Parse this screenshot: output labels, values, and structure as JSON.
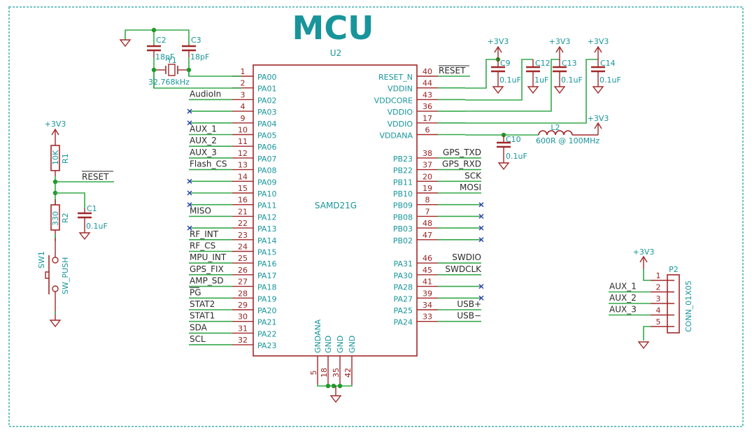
{
  "sheet": {
    "title": "MCU",
    "colors": {
      "wire": "#34a84a",
      "component": "#a02828",
      "label_teal": "#18959a",
      "net_label": "#2a2a2a",
      "junction": "#1f9a2a",
      "no_connect": "#2a3fb0",
      "border": "#6fc3c3"
    }
  },
  "mcu": {
    "ref": "U2",
    "value": "SAMD21G",
    "left_pins": [
      {
        "num": "1",
        "name": "PA00",
        "net": "",
        "nc": false
      },
      {
        "num": "2",
        "name": "PA01",
        "net": "",
        "nc": false
      },
      {
        "num": "3",
        "name": "PA02",
        "net": "AudioIn",
        "nc": false
      },
      {
        "num": "4",
        "name": "PA03",
        "net": "",
        "nc": true
      },
      {
        "num": "9",
        "name": "PA04",
        "net": "",
        "nc": true
      },
      {
        "num": "10",
        "name": "PA05",
        "net": "AUX_1",
        "nc": false
      },
      {
        "num": "11",
        "name": "PA06",
        "net": "AUX_2",
        "nc": false
      },
      {
        "num": "12",
        "name": "PA07",
        "net": "AUX_3",
        "nc": false
      },
      {
        "num": "13",
        "name": "PA08",
        "net": "Flash_CS",
        "nc": false
      },
      {
        "num": "14",
        "name": "PA09",
        "net": "",
        "nc": true
      },
      {
        "num": "15",
        "name": "PA10",
        "net": "",
        "nc": true
      },
      {
        "num": "16",
        "name": "PA11",
        "net": "",
        "nc": true
      },
      {
        "num": "21",
        "name": "PA12",
        "net": "MISO",
        "nc": false
      },
      {
        "num": "22",
        "name": "PA13",
        "net": "",
        "nc": true
      },
      {
        "num": "23",
        "name": "PA14",
        "net": "RF_INT",
        "nc": false
      },
      {
        "num": "24",
        "name": "PA15",
        "net": "RF_CS",
        "nc": false
      },
      {
        "num": "25",
        "name": "PA16",
        "net": "MPU_INT",
        "nc": false
      },
      {
        "num": "26",
        "name": "PA17",
        "net": "GPS_FIX",
        "nc": false
      },
      {
        "num": "27",
        "name": "PA18",
        "net": "AMP_SD",
        "nc": false
      },
      {
        "num": "28",
        "name": "PA19",
        "net": "PG",
        "nc": false,
        "overbar": true
      },
      {
        "num": "29",
        "name": "PA20",
        "net": "STAT2",
        "nc": false
      },
      {
        "num": "30",
        "name": "PA21",
        "net": "STAT1",
        "nc": false
      },
      {
        "num": "31",
        "name": "PA22",
        "net": "SDA",
        "nc": false
      },
      {
        "num": "32",
        "name": "PA23",
        "net": "SCL",
        "nc": false
      }
    ],
    "right_pins": [
      {
        "num": "40",
        "name": "RESET_N",
        "net": "RESET",
        "nc": false,
        "overbar": true,
        "row": 0
      },
      {
        "num": "44",
        "name": "VDDIN",
        "net": "",
        "nc": false,
        "row": 1
      },
      {
        "num": "43",
        "name": "VDDCORE",
        "net": "",
        "nc": false,
        "row": 2
      },
      {
        "num": "36",
        "name": "VDDIO",
        "net": "",
        "nc": false,
        "row": 3
      },
      {
        "num": "17",
        "name": "VDDIO",
        "net": "",
        "nc": false,
        "row": 4
      },
      {
        "num": "6",
        "name": "VDDANA",
        "net": "",
        "nc": false,
        "row": 5
      },
      {
        "num": "38",
        "name": "PB23",
        "net": "GPS_TXD",
        "nc": false,
        "row": 7
      },
      {
        "num": "37",
        "name": "PB22",
        "net": "GPS_RXD",
        "nc": false,
        "row": 8
      },
      {
        "num": "20",
        "name": "PB11",
        "net": "SCK",
        "nc": false,
        "row": 9
      },
      {
        "num": "19",
        "name": "PB10",
        "net": "MOSI",
        "nc": false,
        "row": 10
      },
      {
        "num": "8",
        "name": "PB09",
        "net": "",
        "nc": true,
        "row": 11
      },
      {
        "num": "7",
        "name": "PB08",
        "net": "",
        "nc": true,
        "row": 12
      },
      {
        "num": "48",
        "name": "PB03",
        "net": "",
        "nc": true,
        "row": 13
      },
      {
        "num": "47",
        "name": "PB02",
        "net": "",
        "nc": true,
        "row": 14
      },
      {
        "num": "46",
        "name": "PA31",
        "net": "SWDIO",
        "nc": false,
        "row": 16
      },
      {
        "num": "45",
        "name": "PA30",
        "net": "SWDCLK",
        "nc": false,
        "row": 17
      },
      {
        "num": "41",
        "name": "PA28",
        "net": "",
        "nc": true,
        "row": 18
      },
      {
        "num": "39",
        "name": "PA27",
        "net": "",
        "nc": true,
        "row": 19
      },
      {
        "num": "34",
        "name": "PA25",
        "net": "USB+",
        "nc": false,
        "row": 20
      },
      {
        "num": "33",
        "name": "PA24",
        "net": "USB−",
        "nc": false,
        "row": 21
      }
    ],
    "bottom_pins": [
      {
        "num": "5",
        "name": "GNDANA"
      },
      {
        "num": "18",
        "name": "GND"
      },
      {
        "num": "35",
        "name": "GND"
      },
      {
        "num": "42",
        "name": "GND"
      }
    ]
  },
  "components": {
    "C2": {
      "ref": "C2",
      "value": "18pF"
    },
    "C3": {
      "ref": "C3",
      "value": "18pF"
    },
    "Y1": {
      "ref": "Y1",
      "value": "32.768kHz"
    },
    "C9": {
      "ref": "C9",
      "value": "0.1uF"
    },
    "C12": {
      "ref": "C12",
      "value": "1uF"
    },
    "C13": {
      "ref": "C13",
      "value": "0.1uF"
    },
    "C14": {
      "ref": "C14",
      "value": "0.1uF"
    },
    "C10": {
      "ref": "C10",
      "value": "0.1uF"
    },
    "L2": {
      "ref": "L2",
      "value": "600R @ 100MHz"
    },
    "R1": {
      "ref": "R1",
      "value": "10K"
    },
    "R2": {
      "ref": "R2",
      "value": "330"
    },
    "C1": {
      "ref": "C1",
      "value": "0.1uF"
    },
    "SW1": {
      "ref": "SW1",
      "value": "SW_PUSH"
    },
    "P2": {
      "ref": "P2",
      "value": "CONN_01X05",
      "pins": [
        {
          "num": "1",
          "net": ""
        },
        {
          "num": "2",
          "net": "AUX_1"
        },
        {
          "num": "3",
          "net": "AUX_2"
        },
        {
          "num": "4",
          "net": "AUX_3"
        },
        {
          "num": "5",
          "net": ""
        }
      ]
    }
  },
  "power": {
    "vcc_label": "+3V3"
  },
  "reset_net": "RESET"
}
